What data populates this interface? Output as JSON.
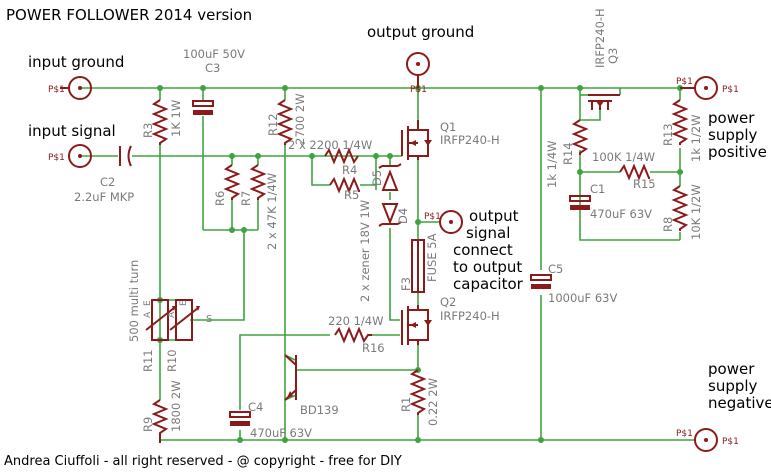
{
  "title": "POWER FOLLOWER  2014 version",
  "footer": "Andrea Ciuffoli - all right reserved - @ copyright - free for DIY",
  "terminals": {
    "input_ground": "input ground",
    "input_signal": "input signal",
    "output_ground": "output ground",
    "output_signal": [
      "output",
      "signal",
      "connect",
      "to output",
      "capacitor"
    ],
    "psu_pos": [
      "power",
      "supply",
      "positive"
    ],
    "psu_neg": [
      "power",
      "supply",
      "negative"
    ],
    "pad_label": "P$1"
  },
  "components": {
    "C3": {
      "name": "C3",
      "value": "100uF 50V"
    },
    "C2": {
      "name": "C2",
      "value": "2.2uF MKP"
    },
    "R3": {
      "name": "R3",
      "value": "1K 1W"
    },
    "R12": {
      "name": "R12",
      "value": "2700 2W"
    },
    "R4": {
      "name": "R4",
      "value": "2 x 2200 1/4W"
    },
    "R5": {
      "name": "R5"
    },
    "R6": {
      "name": "R6"
    },
    "R7": {
      "name": "R7",
      "value": "2 x 47K 1/4W"
    },
    "D5": {
      "name": "D5"
    },
    "D4": {
      "name": "D4",
      "value": "2 x zener 18V 1W"
    },
    "Q1": {
      "name": "Q1",
      "value": "IRFP240-H"
    },
    "F3": {
      "name": "F3",
      "value": "FUSE 5A"
    },
    "Q2": {
      "name": "Q2",
      "value": "IRFP240-H"
    },
    "R16": {
      "name": "R16",
      "value": "220 1/4W"
    },
    "Q4": {
      "name": "BD139"
    },
    "R1": {
      "name": "R1",
      "value": "0.22 2W"
    },
    "C4": {
      "name": "C4",
      "value": "470uF 63V"
    },
    "R9": {
      "name": "R9",
      "value": "1800 2W"
    },
    "R10": {
      "name": "R10"
    },
    "R11": {
      "name": "R11",
      "value": "500 multi turn"
    },
    "C5": {
      "name": "C5",
      "value": "1000uF 63V"
    },
    "Q3": {
      "name": "Q3",
      "value": "IRFP240-H"
    },
    "R14": {
      "name": "R14",
      "value": "1k 1/4W"
    },
    "R15": {
      "name": "R15",
      "value": "100K 1/4W"
    },
    "C1": {
      "name": "C1",
      "value": "470uF 63V"
    },
    "R13": {
      "name": "R13",
      "value": "1k 1/2W"
    },
    "R8": {
      "name": "R8",
      "value": "10K 1/2W"
    }
  },
  "trimmer_pins": {
    "a": "A",
    "e": "E",
    "s": "S"
  },
  "colors": {
    "wire": "#3fa33f",
    "component": "#8b1a1a",
    "label": "#7a7a7a"
  }
}
